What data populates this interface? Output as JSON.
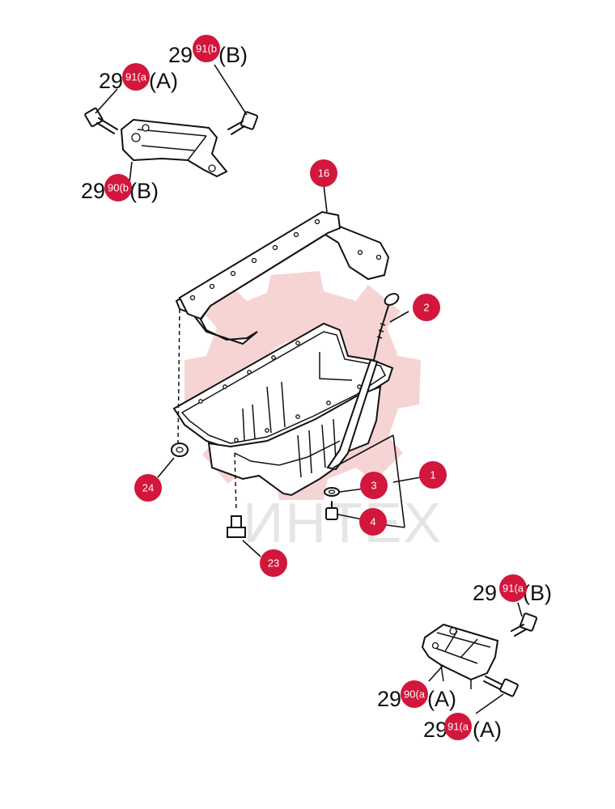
{
  "watermark": {
    "text": "ИНТЕХ"
  },
  "part_texts": [
    {
      "id": "pt1",
      "prefix": "29",
      "suffix": "(B)"
    },
    {
      "id": "pt2",
      "prefix": "29",
      "suffix": "(A)"
    },
    {
      "id": "pt3",
      "prefix": "29",
      "suffix": "(B)"
    },
    {
      "id": "pt4",
      "prefix": "29",
      "suffix": "(B)"
    },
    {
      "id": "pt5",
      "prefix": "29",
      "suffix": "(A)"
    },
    {
      "id": "pt6",
      "prefix": "29",
      "suffix": "(A)"
    }
  ],
  "badges": [
    {
      "id": "b91b",
      "label": "91(b"
    },
    {
      "id": "b91a1",
      "label": "91(a"
    },
    {
      "id": "b90b",
      "label": "90(b"
    },
    {
      "id": "b16",
      "label": "16"
    },
    {
      "id": "b2",
      "label": "2"
    },
    {
      "id": "b1",
      "label": "1"
    },
    {
      "id": "b3",
      "label": "3"
    },
    {
      "id": "b4",
      "label": "4"
    },
    {
      "id": "b24",
      "label": "24"
    },
    {
      "id": "b23",
      "label": "23"
    },
    {
      "id": "b91a2",
      "label": "91(a"
    },
    {
      "id": "b90a",
      "label": "90(a"
    },
    {
      "id": "b91a3",
      "label": "91(a"
    }
  ],
  "colors": {
    "badge": "#d3163c",
    "line": "#111111",
    "watermark": "#f3c6c6"
  }
}
